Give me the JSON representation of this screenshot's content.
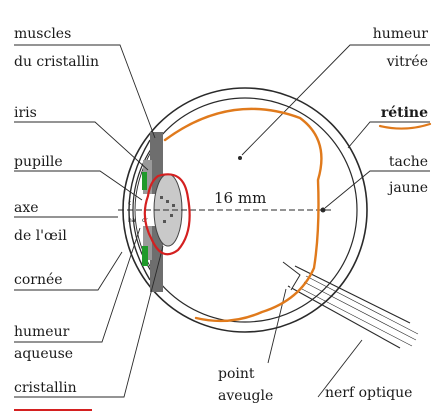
{
  "labels": {
    "muscles_line1": "muscles",
    "muscles_line2": "du cristallin",
    "iris": "iris",
    "pupille": "pupille",
    "axe_line1": "axe",
    "axe_line2": "de l'œil",
    "cornee": "cornée",
    "humeur_aqueuse_line1": "humeur",
    "humeur_aqueuse_line2": "aqueuse",
    "cristallin": "cristallin",
    "point_aveugle_line1": "point",
    "point_aveugle_line2": "aveugle",
    "nerf_optique": "nerf optique",
    "humeur_vitree_line1": "humeur",
    "humeur_vitree_line2": "vitrée",
    "retine": "rétine",
    "tache_jaune_line1": "tache",
    "tache_jaune_line2": "jaune",
    "dimension": "16 mm"
  },
  "colors": {
    "line": "#2a2a2a",
    "retina_annotation": "#e07a1c",
    "crystalline_annotation": "#d42020",
    "iris_annotation": "#1f9a2a",
    "underline_red": "#d42020",
    "underline_orange": "#e07a1c"
  }
}
